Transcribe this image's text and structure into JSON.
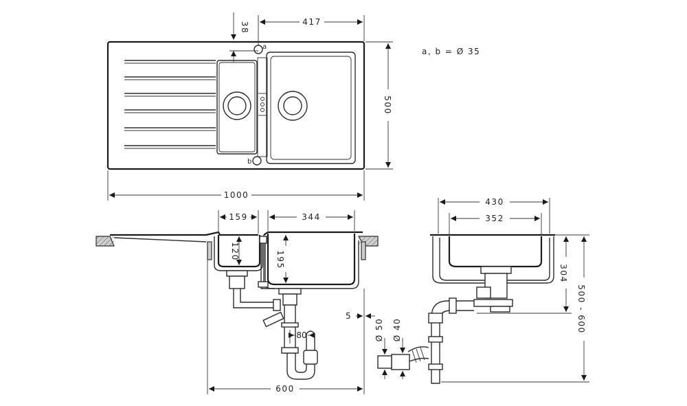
{
  "note": "a, b = Ø 35",
  "labels": {
    "a": "a",
    "b": "b"
  },
  "dimensions": {
    "top_hole_offset": "38",
    "bowl_width_top": "417",
    "overall_depth": "500",
    "overall_width": "1000",
    "small_bowl_width": "159",
    "main_bowl_width": "344",
    "small_bowl_depth": "120",
    "main_bowl_depth": "195",
    "drain_spacing": "80",
    "offset_5": "5",
    "cabinet_width": "600",
    "side_outer_width": "430",
    "side_inner_width": "352",
    "side_depth": "304",
    "side_height_range": "500 - 600",
    "pipe_dia_50": "Ø 50",
    "pipe_dia_40": "Ø 40"
  }
}
